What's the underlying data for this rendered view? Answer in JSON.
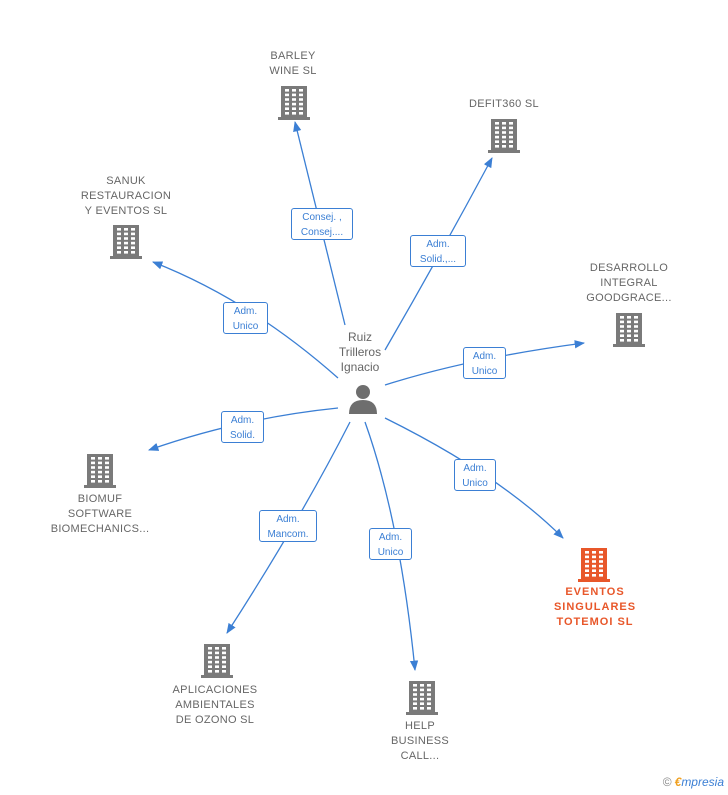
{
  "center": {
    "name": "Ruiz\nTrilleros\nIgnacio",
    "icon": "person-icon"
  },
  "nodes": [
    {
      "id": "barley",
      "label": "BARLEY\nWINE  SL",
      "icon": "building-icon",
      "highlight": false
    },
    {
      "id": "defit",
      "label": "DEFIT360  SL",
      "icon": "building-icon",
      "highlight": false
    },
    {
      "id": "sanuk",
      "label": "SANUK\nRESTAURACION\nY EVENTOS  SL",
      "icon": "building-icon",
      "highlight": false
    },
    {
      "id": "desarrollo",
      "label": "DESARROLLO\nINTEGRAL\nGOODGRACE...",
      "icon": "building-icon",
      "highlight": false
    },
    {
      "id": "biomuf",
      "label": "BIOMUF\nSOFTWARE\nBIOMECHANICS...",
      "icon": "building-icon",
      "highlight": false
    },
    {
      "id": "eventos",
      "label": "EVENTOS\nSINGULARES\nTOTEMOI  SL",
      "icon": "building-icon",
      "highlight": true
    },
    {
      "id": "aplicaciones",
      "label": "APLICACIONES\nAMBIENTALES\nDE OZONO SL",
      "icon": "building-icon",
      "highlight": false
    },
    {
      "id": "help",
      "label": "HELP\nBUSINESS\nCALL...",
      "icon": "building-icon",
      "highlight": false
    }
  ],
  "edges": [
    {
      "to": "barley",
      "label": "Consej. ,\nConsej...."
    },
    {
      "to": "defit",
      "label": "Adm.\nSolid.,..."
    },
    {
      "to": "sanuk",
      "label": "Adm.\nUnico"
    },
    {
      "to": "desarrollo",
      "label": "Adm.\nUnico"
    },
    {
      "to": "biomuf",
      "label": "Adm.\nSolid."
    },
    {
      "to": "eventos",
      "label": "Adm.\nUnico"
    },
    {
      "to": "aplicaciones",
      "label": "Adm.\nMancom."
    },
    {
      "to": "help",
      "label": "Adm.\nUnico"
    }
  ],
  "colors": {
    "edge": "#3b7fd4",
    "building": "#7a7a7a",
    "highlight": "#e8572a",
    "person": "#6e6e6e"
  },
  "footer": {
    "copyright": "©",
    "brand_initial": "€",
    "brand_rest": "mpresia"
  }
}
